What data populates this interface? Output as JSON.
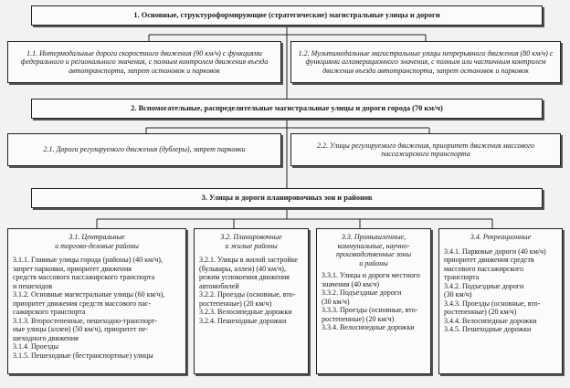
{
  "level1": {
    "title": "1. Основные, структуроформирующие (стратегические) магистральные улицы и дороги",
    "left": "1.1. Интермодальные дороги скоростного движения (90 км/ч) с функциями федерального и регионального значения, с полным контролем движения въезда автотранспорта, запрет остановок и парковок",
    "right": "1.2. Мультимодальные магистральные улицы непрерывного движения (80 км/ч) с функциями агломерационного значения, с полным или частичным контролем движения въезда автотранспорта, запрет остановок и парковок"
  },
  "level2": {
    "title": "2. Вспомогательные, распределительные магистральные улицы и дороги города (70 км/ч)",
    "left": "2.1. Дороги регулируемого движения (дублеры), запрет парковки",
    "right": "2.2. Улицы регулируемого движения, приоритет движения массового пассажирского транспорта"
  },
  "level3": {
    "title": "3. Улицы и дороги планировочных зон и районов",
    "columns": [
      {
        "heading": [
          "3.1. Центральные",
          "и торгово-деловые районы"
        ],
        "items": [
          "3.1.1. Главные улицы города (районы) (40 км/ч),",
          "запрет парковки, приоритет движения",
          "средств массового пассажирского транспорта",
          "и пешеходов",
          "3.1.2. Основные магистральные улицы (60 км/ч),",
          "приоритет движения средств массового пас-",
          "сажирского транспорта",
          "3.1.3. Второстепенные, пешеходно-транспорт-",
          "ные улицы (аллеи) (50 км/ч), приоритет пе-",
          "шеходного движения",
          "3.1.4. Проезды",
          "3.1.5. Пешеходные (бестранспортные) улицы"
        ]
      },
      {
        "heading": [
          "3.2. Планировочные",
          "и жилые районы"
        ],
        "items": [
          "3.2.1. Улицы в жилой застройке",
          "(бульвары, аллеи) (40 км/ч),",
          "режим успокоения движения",
          "автомобилей",
          "3.2.2. Проезды (основные, вто-",
          "ростепенные) (20 км/ч)",
          "3.2.3. Велосипедные дорожки",
          "3.2.4. Пешеходные дорожки"
        ]
      },
      {
        "heading": [
          "3.3. Промышленные,",
          "коммунальные, научно-",
          "производственные зоны",
          "и районы"
        ],
        "items": [
          "3.3.1. Улицы и дороги местного",
          "значения (40 км/ч)",
          "3.3.2. Подъездные дороги",
          "(30 км/ч)",
          "3.3.3. Проезды (основные, вто-",
          "ростепенные) (20 км/ч)",
          "3.3.4. Велосипедные дорожки"
        ]
      },
      {
        "heading": [
          "3.4. Рекреационные"
        ],
        "items": [
          "3.4.1. Парковые дороги (40 км/ч)",
          "приоритет движения средств",
          "массового пассажирского транспорта",
          "3.4.2. Подъездные дороги",
          "(30 км/ч)",
          "3.4.3. Проезды (основные, вто-",
          "ростепенные) (20 км/ч)",
          "3.4.4. Велосипедные дорожки",
          "3.4.5. Пешеходные дорожки"
        ]
      }
    ]
  }
}
